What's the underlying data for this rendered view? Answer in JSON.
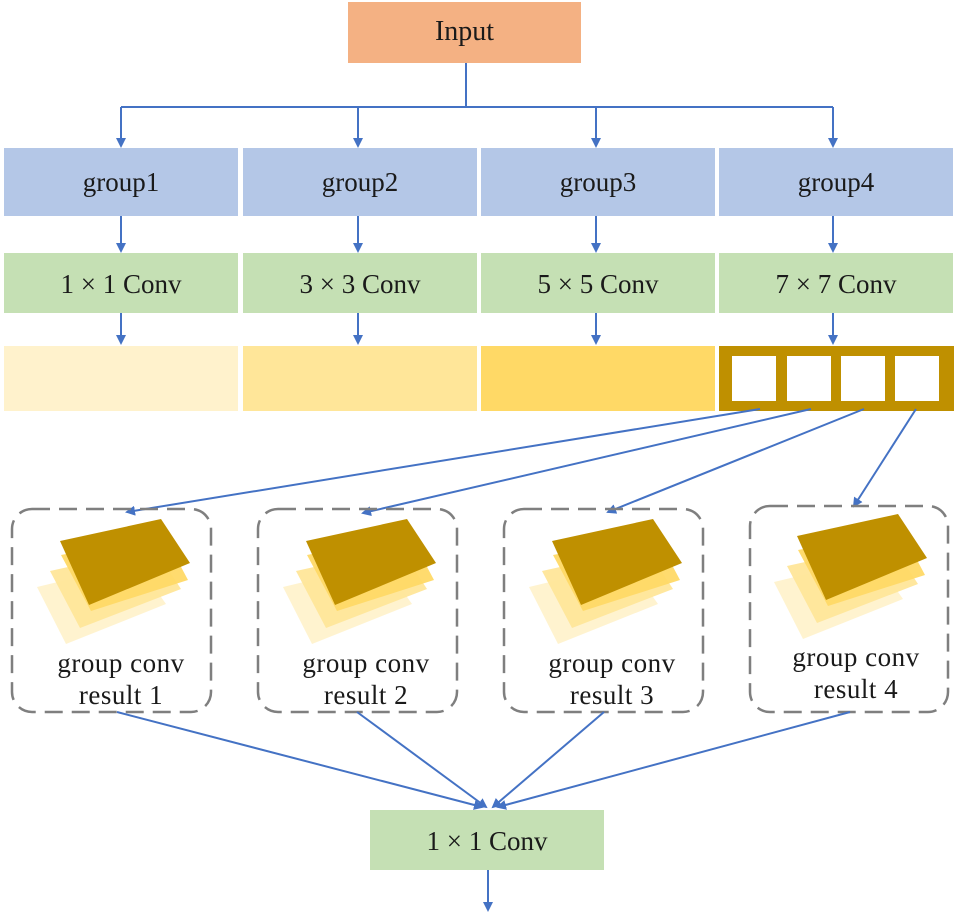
{
  "input": {
    "label": "Input"
  },
  "groups": [
    {
      "name": "group1",
      "conv": "1 × 1 Conv"
    },
    {
      "name": "group2",
      "conv": "3 × 3 Conv"
    },
    {
      "name": "group3",
      "conv": "5 × 5 Conv"
    },
    {
      "name": "group4",
      "conv": "7 × 7 Conv"
    }
  ],
  "results": [
    {
      "line1": "group conv",
      "line2": "result 1"
    },
    {
      "line1": "group conv",
      "line2": "result 2"
    },
    {
      "line1": "group conv",
      "line2": "result 3"
    },
    {
      "line1": "group conv",
      "line2": "result 4"
    }
  ],
  "final": {
    "label": "1 × 1 Conv"
  },
  "colors": {
    "input": "#f4b183",
    "group": "#b4c7e7",
    "conv": "#c5e0b4",
    "arrow": "#4472c4",
    "feature1": "#fff2cc",
    "feature2": "#ffe699",
    "feature3": "#ffd966",
    "feature4": "#bf9000",
    "dash": "#7f7f7f"
  }
}
